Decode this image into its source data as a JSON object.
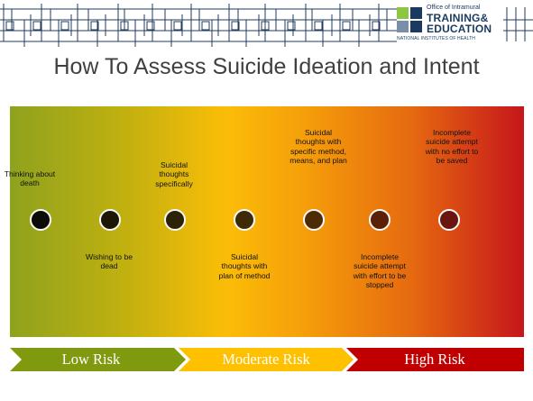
{
  "logo": {
    "line1": "Office of Intramural",
    "line2": "TRAINING&",
    "line3": "EDUCATION",
    "line4": "NATIONAL INSTITUTES OF HEALTH",
    "colors": {
      "green": "#8dc63f",
      "navy": "#1a3a5f",
      "light_navy": "#7b8ea8"
    }
  },
  "title": "How To Assess Suicide Ideation and Intent",
  "scale_labels_top": [
    "Thinking about death",
    "Suicidal thoughts specifically",
    "Suicidal thoughts with specific method, means, and plan",
    "Incomplete suicide attempt with no effort to be saved"
  ],
  "scale_labels_bottom": [
    "Wishing to be dead",
    "Suicidal thoughts with plan of method",
    "Incomplete suicide attempt with effort to be stopped"
  ],
  "dot_colors": [
    "#0c0b06",
    "#1d1806",
    "#2d2106",
    "#3e2a06",
    "#4e2a07",
    "#5b2006",
    "#6b1510"
  ],
  "risk_levels": [
    "Low Risk",
    "Moderate Risk",
    "High Risk"
  ],
  "risk_colors": {
    "low": "#7f9a0e",
    "moderate": "#ffc000",
    "high": "#c00000"
  }
}
